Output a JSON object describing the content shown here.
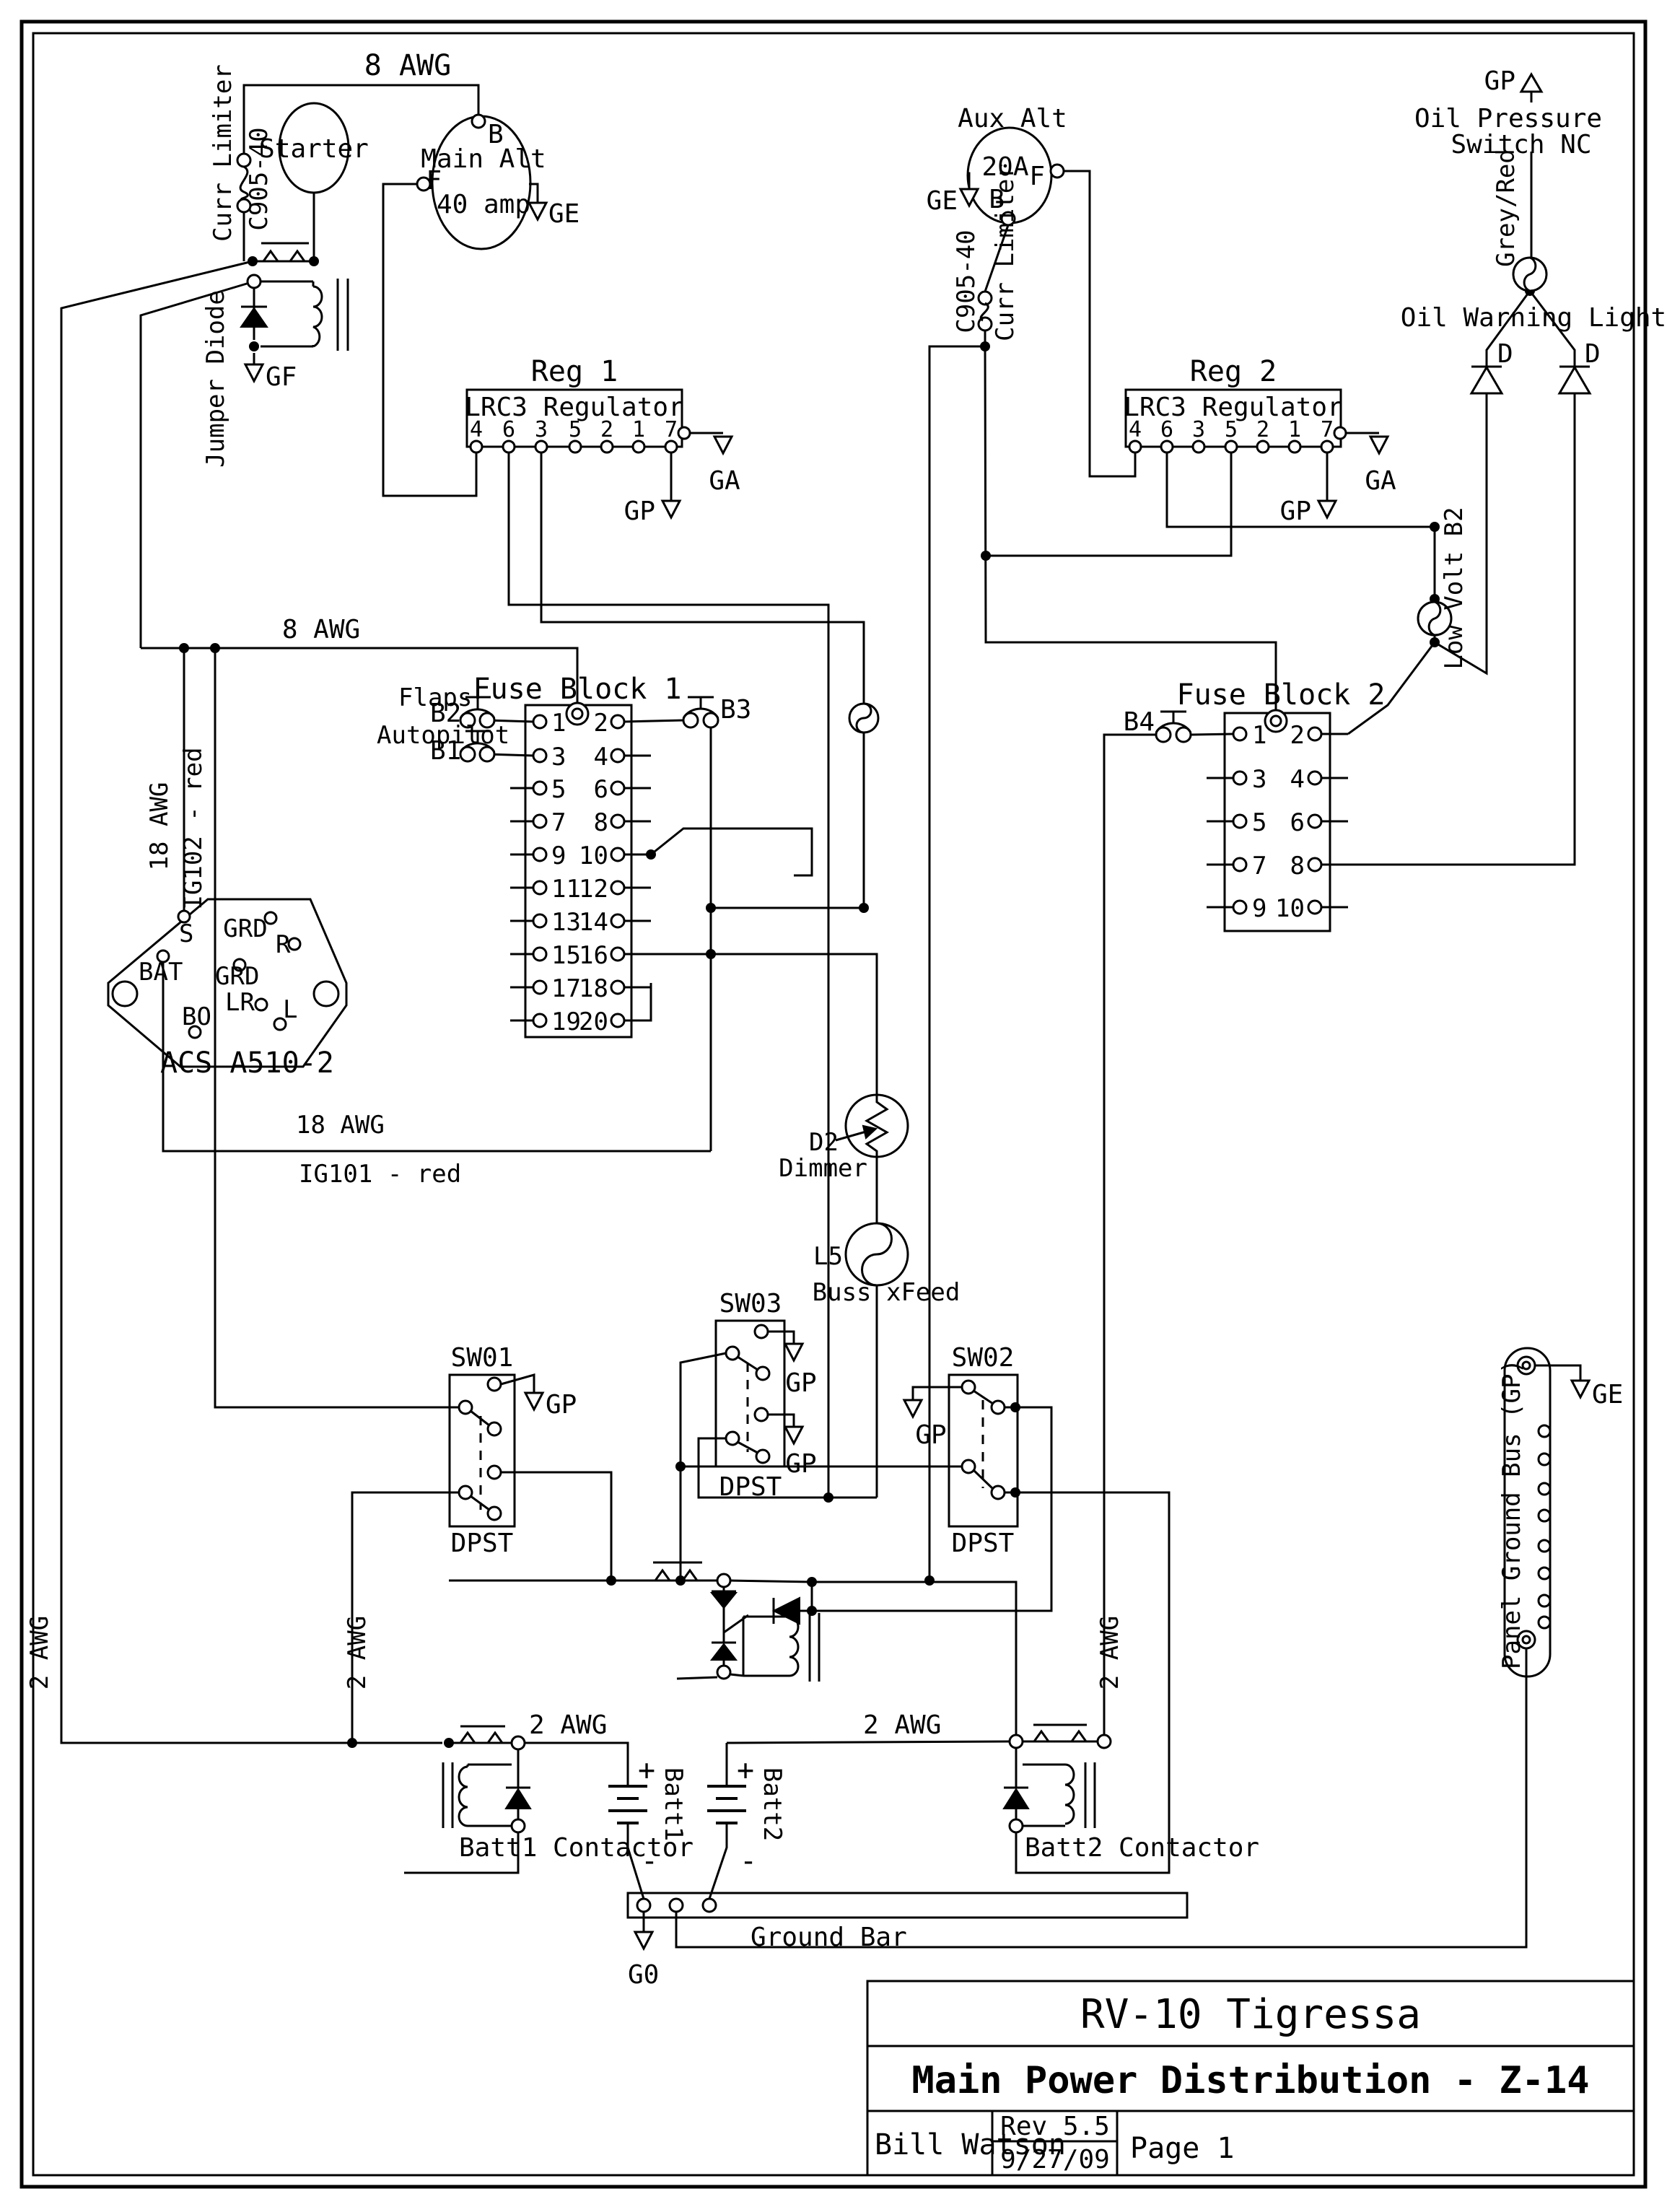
{
  "top": {
    "awg8_a": "8 AWG",
    "awg8_b": "8 AWG",
    "starter": "Starter",
    "main_alt": "Main Alt",
    "main_amp": "40 amp",
    "main_b": "B",
    "main_f": "F",
    "main_ge": "GE",
    "curr_limiter": "Curr Limiter",
    "c905": "C905-40",
    "jumper_diode": "Jumper Diode",
    "gf": "GF"
  },
  "aux": {
    "name": "Aux Alt",
    "amp": "20A",
    "f": "F",
    "b": "B",
    "ge": "GE",
    "curr_limiter": "Curr Limiter",
    "c905": "C905-40"
  },
  "reg1": {
    "title": "Reg 1",
    "sub": "LRC3 Regulator",
    "pins": [
      "4",
      "6",
      "3",
      "5",
      "2",
      "1",
      "7"
    ],
    "gp": "GP",
    "ga": "GA"
  },
  "reg2": {
    "title": "Reg 2",
    "sub": "LRC3 Regulator",
    "pins": [
      "4",
      "6",
      "3",
      "5",
      "2",
      "1",
      "7"
    ],
    "gp": "GP",
    "ga": "GA"
  },
  "oil": {
    "gp": "GP",
    "line1": "Oil Pressure",
    "line2": "Switch NC",
    "wire": "Grey/Red",
    "light": "Oil Warning Light",
    "d1": "D",
    "d2": "D"
  },
  "lowvolt": {
    "label": "Low Volt B2"
  },
  "fb1": {
    "title": "Fuse Block 1",
    "pins": [
      "1",
      "2",
      "3",
      "4",
      "5",
      "6",
      "7",
      "8",
      "9",
      "10",
      "11",
      "12",
      "13",
      "14",
      "15",
      "16",
      "17",
      "18",
      "19",
      "20"
    ],
    "flaps": "Flaps",
    "b2": "B2",
    "autopilot": "Autopilot",
    "b1": "B1",
    "b3": "B3"
  },
  "fb2": {
    "title": "Fuse Block 2",
    "pins": [
      "1",
      "2",
      "3",
      "4",
      "5",
      "6",
      "7",
      "8",
      "9",
      "10"
    ],
    "b4": "B4"
  },
  "acs": {
    "s": "S",
    "grd1": "GRD",
    "r": "R",
    "bat": "BAT",
    "grd2": "GRD",
    "lr": "LR",
    "l": "L",
    "bo": "BO",
    "name": "ACS A510-2",
    "awg18a": "18 AWG",
    "ig102": "IG102 - red",
    "awg18b": "18 AWG",
    "ig101": "IG101 - red"
  },
  "mid": {
    "d2": "D2",
    "dimmer": "Dimmer",
    "l5": "L5",
    "xfeed": "Buss xFeed"
  },
  "sw01": {
    "name": "SW01",
    "type": "DPST",
    "gp": "GP"
  },
  "sw03": {
    "name": "SW03",
    "type": "DPST",
    "gp1": "GP",
    "gp2": "GP"
  },
  "sw02": {
    "name": "SW02",
    "type": "DPST",
    "gp": "GP"
  },
  "bottom": {
    "batt1_contactor": "Batt1 Contactor",
    "batt2_contactor": "Batt2 Contactor",
    "batt1": "Batt1",
    "batt2": "Batt2",
    "plus1": "+",
    "minus1": "-",
    "plus2": "+",
    "minus2": "-",
    "awg2_a": "2 AWG",
    "awg2_b": "2 AWG",
    "awg2_v1": "2 AWG",
    "awg2_v2": "2 AWG",
    "awg2_v3": "2 AWG",
    "ground_bar": "Ground  Bar",
    "g0": "G0"
  },
  "panel": {
    "label": "Panel Ground Bus (GP)",
    "ge": "GE"
  },
  "title_block": {
    "plane": "RV-10 Tigressa",
    "drawing": "Main Power Distribution - Z-14",
    "author": "Bill Watson",
    "rev": "Rev 5.5",
    "date": "9/27/09",
    "page": "Page 1"
  }
}
